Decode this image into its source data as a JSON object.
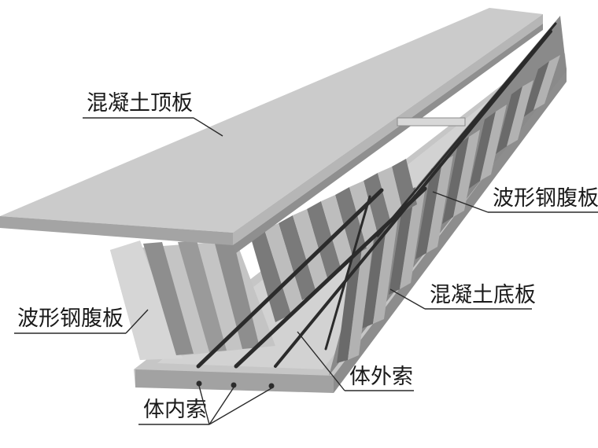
{
  "labels": {
    "top_slab": "混凝土顶板",
    "web_right": "波形钢腹板",
    "bottom_slab": "混凝土底板",
    "web_left": "波形钢腹板",
    "external_tendon": "体外索",
    "internal_tendon": "体内索"
  },
  "colors": {
    "concrete_top": "#c9c9c9",
    "concrete_edge": "#9e9e9e",
    "steel_web_light": "#b0b0b0",
    "steel_web_dark": "#5e5e5e",
    "tendon": "#2b2b2b"
  }
}
